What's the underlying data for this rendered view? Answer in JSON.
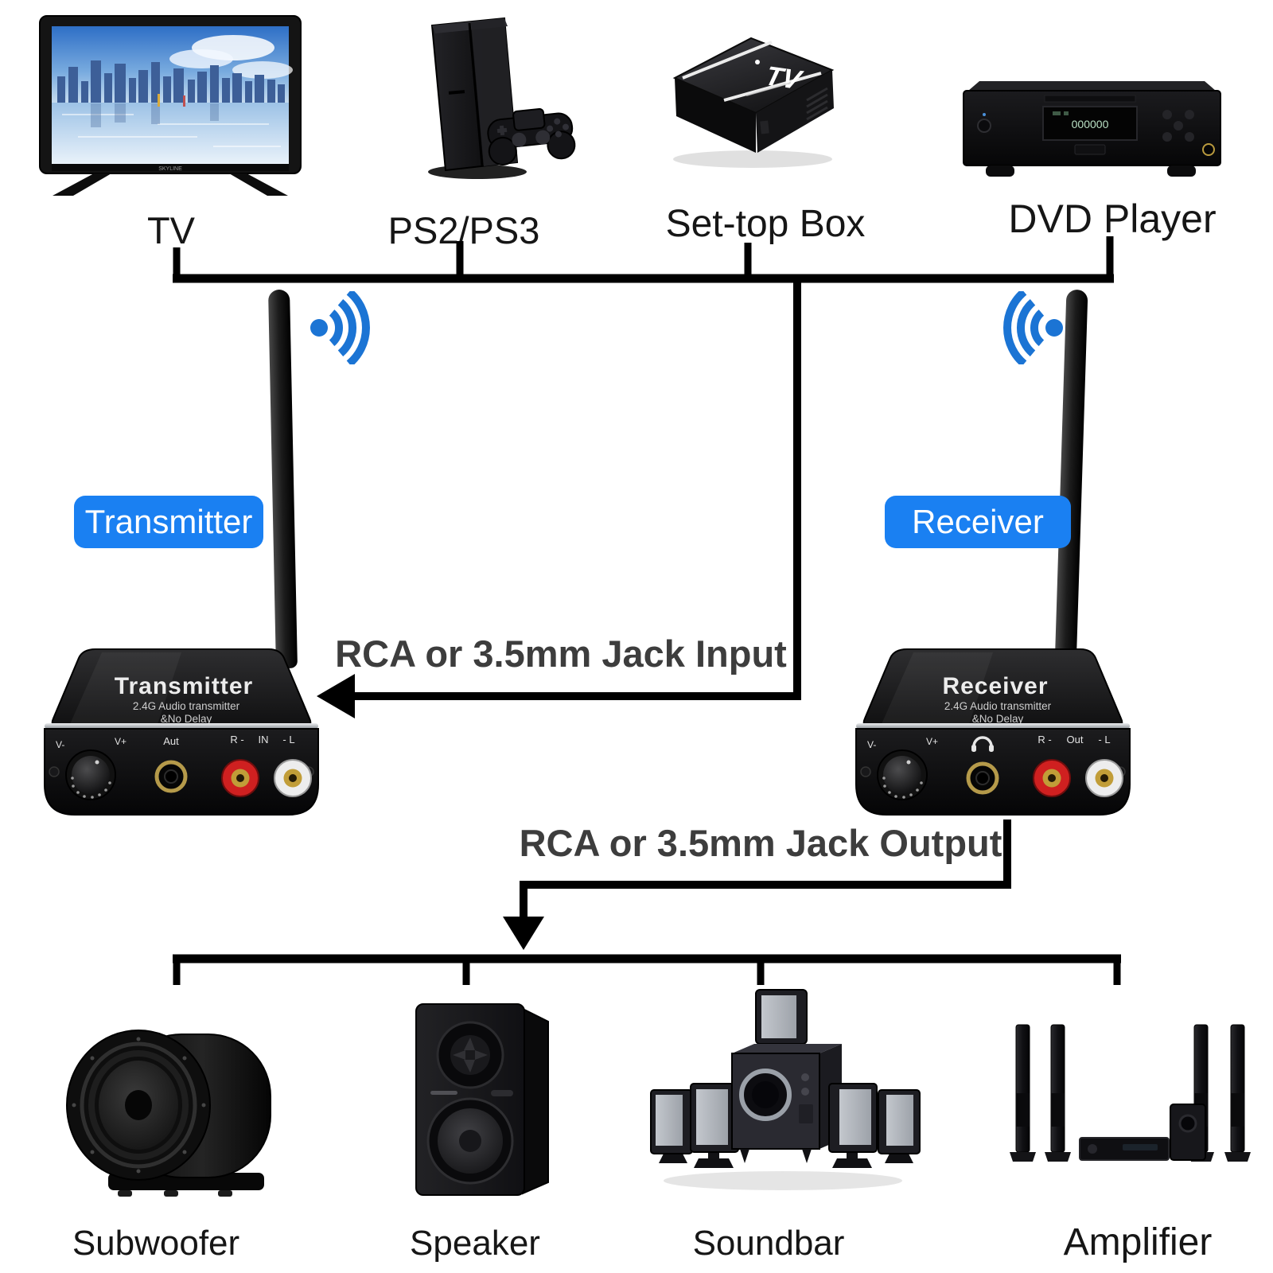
{
  "diagram": {
    "sources": [
      {
        "label": "TV"
      },
      {
        "label": "PS2/PS3"
      },
      {
        "label": "Set-top Box"
      },
      {
        "label": "DVD Player"
      }
    ],
    "outputs": [
      {
        "label": "Subwoofer"
      },
      {
        "label": "Speaker"
      },
      {
        "label": "Soundbar"
      },
      {
        "label": "Amplifier"
      }
    ],
    "arrows": {
      "input_label": "RCA or 3.5mm Jack Input",
      "output_label": "RCA or 3.5mm Jack Output"
    },
    "transmitter": {
      "tag": "Transmitter",
      "face_title": "Transmitter",
      "face_line1": "2.4G Audio transmitter",
      "face_line2": "&No Delay",
      "panel": {
        "vol_min": "V-",
        "vol_plus": "V+",
        "jack_label": "Aut",
        "rca_r": "R -",
        "rca_mid": "IN",
        "rca_l": "- L"
      }
    },
    "receiver": {
      "tag": "Receiver",
      "face_title": "Receiver",
      "face_line1": "2.4G Audio transmitter",
      "face_line2": "&No Delay",
      "panel": {
        "vol_min": "V-",
        "vol_plus": "V+",
        "rca_r": "R -",
        "rca_mid": "Out",
        "rca_l": "- L"
      }
    },
    "tv_brand": "SKYLINE",
    "dvd_display": "000000",
    "icons": {
      "wifi": "wifi-signal-icon",
      "headphone": "headphone-icon"
    },
    "colors": {
      "accent_blue": "#1a80f2",
      "wifi_blue": "#1b74d4",
      "line_black": "#000000",
      "arrow_text": "#3d3d3d",
      "rca_red": "#cf2020",
      "rca_white": "#ededed"
    }
  }
}
